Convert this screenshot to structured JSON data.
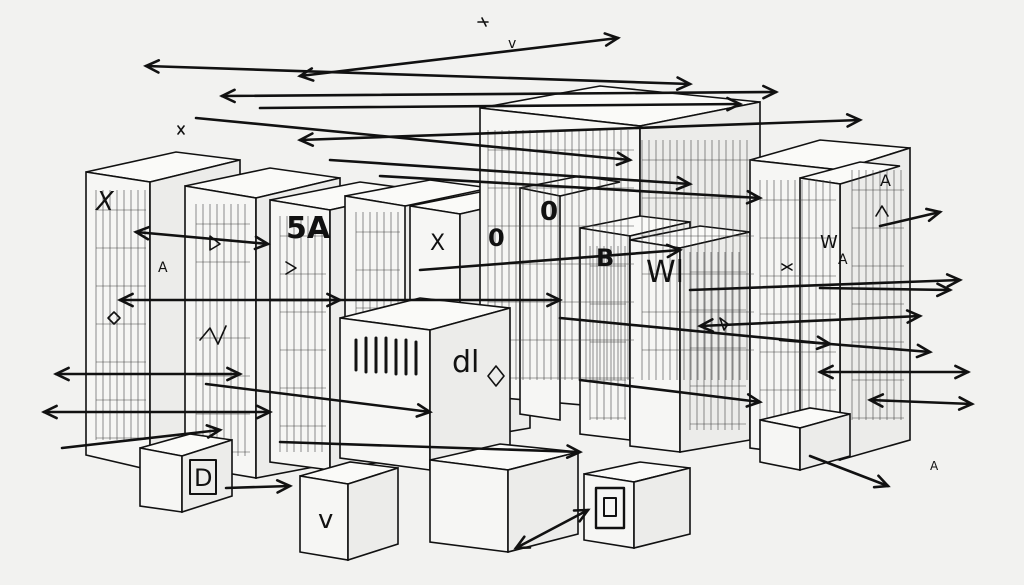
{
  "palette": {
    "ink": "#111111",
    "paper": "#f2f2f0",
    "panel": "#f6f6f4",
    "shade": "#ececea"
  },
  "glyphs": {
    "label_5a": "5A",
    "label_x_left": "X",
    "label_0_top": "0",
    "label_0_mid": "0",
    "label_b": "B",
    "label_w": "W",
    "label_wl": "Wl",
    "label_a_right": "A",
    "label_a_upper": "A",
    "label_a_mid": "A",
    "label_a_corner": "A",
    "label_d": "dl",
    "label_v_top": "v",
    "label_v_left": "v",
    "label_d_box": "D",
    "label_x_panel": "X"
  },
  "illustration": {
    "icon": "box-and-arrow-sketch",
    "style": "hand-drawn ink line art"
  }
}
